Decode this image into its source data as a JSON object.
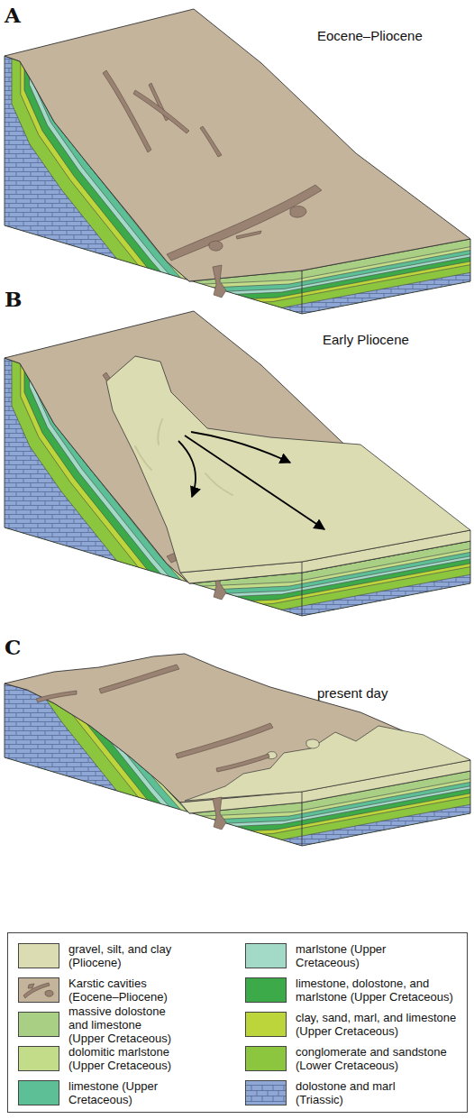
{
  "diagram": {
    "labels": [
      "A",
      "Eocene–Pliocene",
      "B",
      "Early Pliocene",
      "C",
      "present day"
    ],
    "legend": [
      {
        "text": "gravel, silt, and clay (Pliocene)",
        "color": "#dcdcb2"
      },
      {
        "text": "Karstic cavities (Eocene–Pliocene)",
        "color": "#c4b49c"
      },
      {
        "text": "massive dolostone and limestone (Upper Cretaceous)",
        "color": "#a9cf84"
      },
      {
        "text": "dolomitic marlstone (Upper Cretaceous)",
        "color": "#c2dc8a"
      },
      {
        "text": "limestone (Upper Cretaceous)",
        "color": "#5cbf96"
      },
      {
        "text": "marlstone (Upper Cretaceous)",
        "color": "#a3d9c7"
      },
      {
        "text": "limestone, dolostone, and marlstone (Upper Cretaceous)",
        "color": "#3daa4a"
      },
      {
        "text": "clay, sand, marl, and limestone (Upper Cretaceous)",
        "color": "#bbd53a"
      },
      {
        "text": "conglomerate and sandstone (Lower Cretaceous)",
        "color": "#8cc63f"
      },
      {
        "text": "dolostone and marl (Triassic)",
        "color": "#8ea7d4"
      }
    ]
  }
}
